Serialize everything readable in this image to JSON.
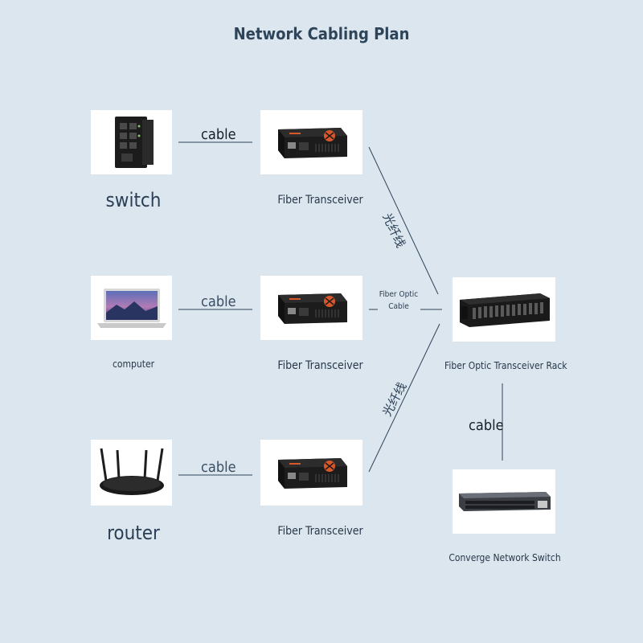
{
  "title": "Network Cabling Plan",
  "devices": {
    "switch": {
      "label": "switch",
      "icon": "industrial-switch-icon"
    },
    "computer": {
      "label": "computer",
      "icon": "laptop-icon"
    },
    "router": {
      "label": "router",
      "icon": "wifi-router-icon"
    },
    "transceivers": [
      {
        "label": "Fiber Transceiver",
        "icon": "fiber-transceiver-icon"
      },
      {
        "label": "Fiber Transceiver",
        "icon": "fiber-transceiver-icon"
      },
      {
        "label": "Fiber Transceiver",
        "icon": "fiber-transceiver-icon"
      }
    ],
    "rack": {
      "label": "Fiber Optic Transceiver Rack",
      "icon": "transceiver-rack-icon"
    },
    "core_switch": {
      "label": "Converge Network Switch",
      "icon": "network-switch-icon"
    }
  },
  "links": {
    "cable_1": "cable",
    "cable_2": "cable",
    "cable_3": "cable",
    "cable_rack": "cable",
    "fiber_top": "光纤线",
    "fiber_middle_line1": "Fiber Optic",
    "fiber_middle_line2": "Cable",
    "fiber_bottom": "光纤线"
  },
  "colors": {
    "background": "#dce6ef",
    "line": "#2e4458",
    "transceiver_accent": "#d9582b"
  }
}
